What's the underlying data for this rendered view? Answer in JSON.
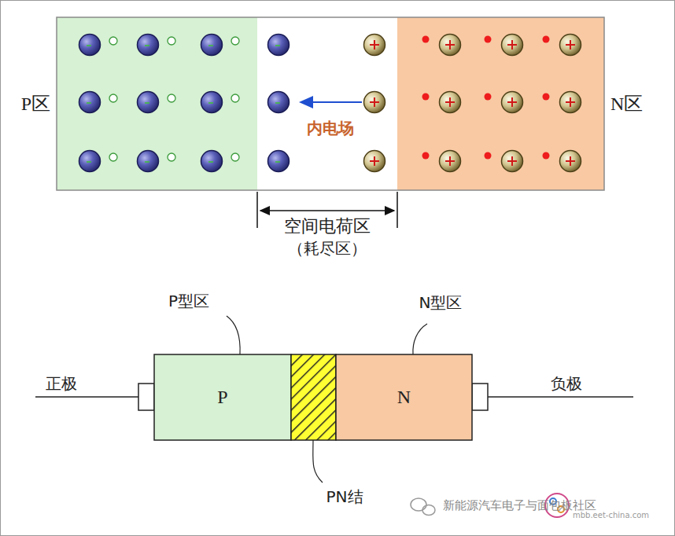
{
  "diagram": {
    "nodes": [
      {
        "text": [
          "P区"
        ]
      },
      {
        "text": [
          "空间电荷区",
          "（耗尽区）"
        ]
      },
      {
        "text": [
          "N区"
        ]
      },
      {
        "text": [
          "P"
        ]
      },
      {
        "text": [
          "N"
        ]
      }
    ],
    "labels": [
      "内电场",
      "P型区",
      "N型区",
      "正极",
      "负极",
      "PN结",
      "新能源汽车电子与面包板社区",
      "mbb.eet-china.com"
    ]
  }
}
